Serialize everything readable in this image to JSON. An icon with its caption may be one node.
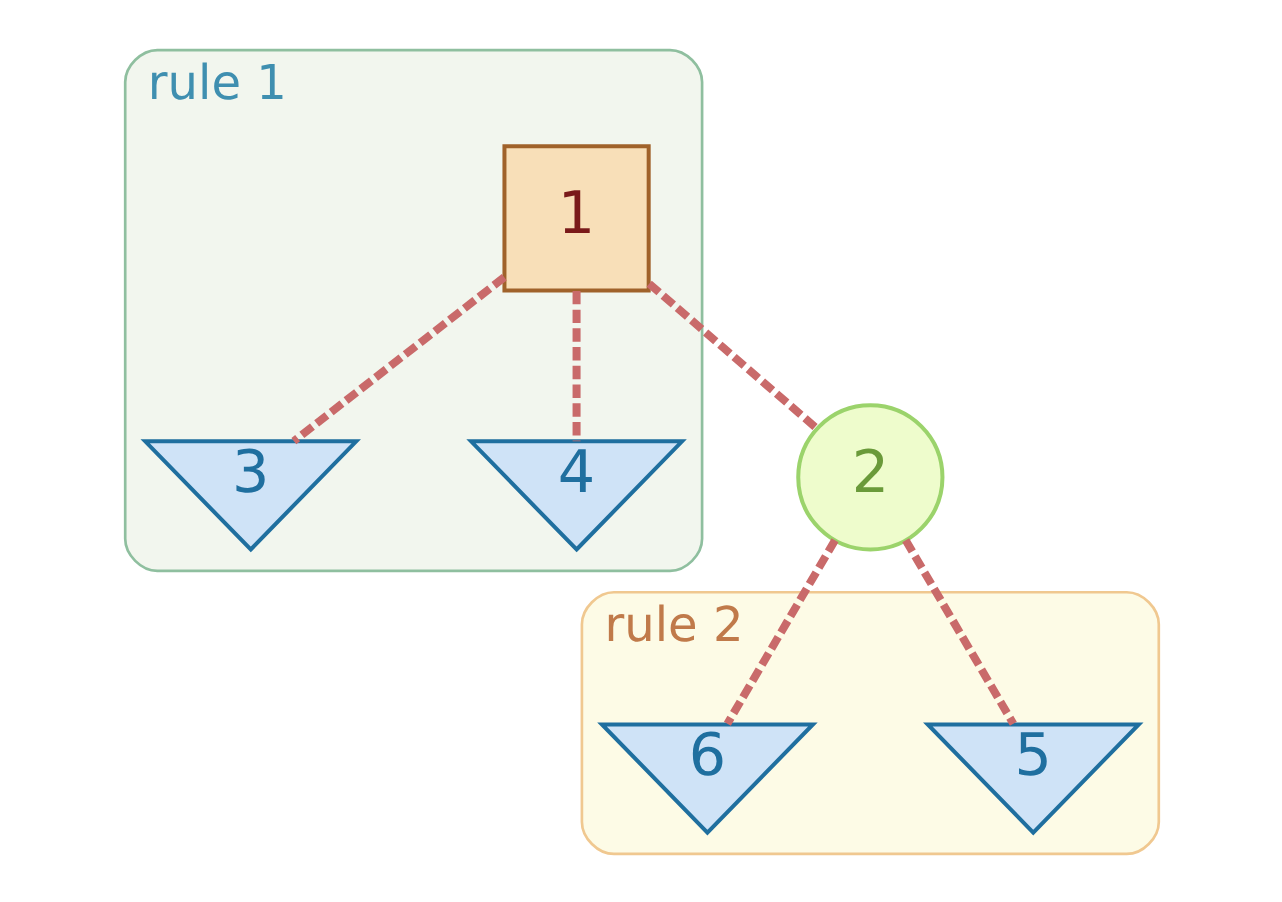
{
  "diagram": {
    "nodes": [
      {
        "text": [
          "rule 1"
        ]
      },
      {
        "text": [
          "1"
        ],
        "in": 0
      },
      {
        "text": [
          "rule 2"
        ]
      },
      {
        "text": [
          "2"
        ]
      },
      {
        "text": [
          "3"
        ],
        "in": 0
      },
      {
        "text": [
          "4"
        ],
        "in": 0
      },
      {
        "text": [
          "5"
        ],
        "in": 2
      },
      {
        "text": [
          "6"
        ],
        "in": 2
      }
    ],
    "edges": [
      {
        "from": 1,
        "to": 3,
        "arrow": "none",
        "style": "dashed"
      },
      {
        "from": 1,
        "to": 4,
        "arrow": "none",
        "style": "dashed"
      },
      {
        "from": 1,
        "to": 5,
        "arrow": "none",
        "style": "dashed"
      },
      {
        "from": 3,
        "to": 6,
        "arrow": "none",
        "style": "dashed"
      },
      {
        "from": 3,
        "to": 7,
        "arrow": "none",
        "style": "dashed"
      }
    ]
  }
}
